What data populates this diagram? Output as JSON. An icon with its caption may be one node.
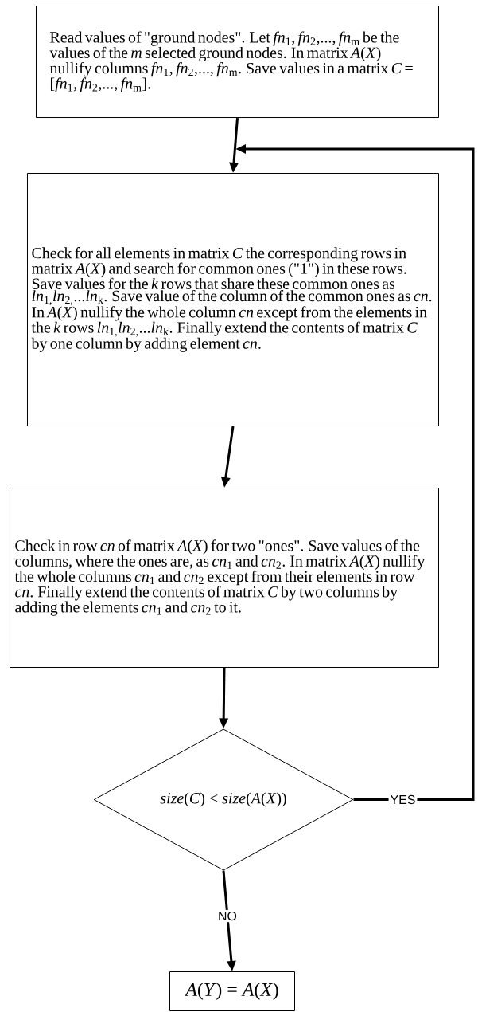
{
  "diagram": {
    "nodes": [
      {
        "text": [
          "Read values of \"ground nodes\". Let *fn*$_{1}$, *fn*$_{2}$,..., *fn*$_{m}$ be the values of the *m* selected ground nodes. In matrix *A*(*X*) nullify columns *fn*$_{1}$, *fn*$_{2}$,..., *fn*$_{m}$. Save values in a matrix *C* = [*fn*$_{1}$, *fn*$_{2}$,..., *fn*$_{m}$]."
        ]
      },
      {
        "text": [
          "Check for all elements in matrix *C* the corresponding rows in matrix *A*(*X*) and search for common ones (\"1\") in these rows. Save values for the *k* rows that share these common ones as *ln*$_{1,}$*ln*$_{2,}$...*ln*$_{k}$. Save value of the column of the common ones as *cn*. In *A*(*X*) nullify the whole column *cn* except from the elements in the *k* rows *ln*$_{1,}$*ln*$_{2,}$...*ln*$_{k}$. Finally extend the contents of matrix *C* by one column by adding element *cn*."
        ]
      },
      {
        "text": [
          "Check in row *cn* of matrix *A*(*X*) for two \"ones\". Save values of the columns, where the ones are, as *cn*$_{1}$ and *cn*$_{2}$. In matrix *A*(*X*) nullify the whole columns *cn*$_{1}$ and *cn*$_{2}$ except from their elements in row *cn*. Finally extend the contents of matrix *C* by two columns by adding the elements *cn*$_{1}$ and *cn*$_{2}$ to it."
        ]
      },
      {
        "text": [
          "*size*(*C*) < *size*(*A*(*X*))"
        ]
      },
      {
        "text": [
          "*A*(*Y*) = *A*(*X*)"
        ]
      }
    ],
    "edges": [
      {
        "from": 0,
        "to": 1,
        "arrow": "to"
      },
      {
        "from": 1,
        "to": 2,
        "arrow": "to"
      },
      {
        "from": 2,
        "to": 3,
        "arrow": "to"
      },
      {
        "from": 3,
        "to": 1,
        "arrow": "to",
        "label": "YES"
      },
      {
        "from": 3,
        "to": 4,
        "arrow": "to",
        "label": "NO"
      }
    ]
  }
}
